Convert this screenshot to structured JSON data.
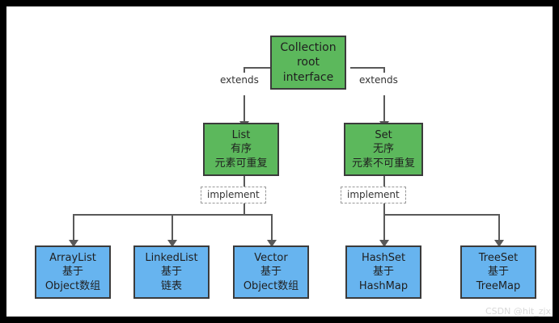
{
  "diagram": {
    "title": "Java Collection interface hierarchy",
    "colors": {
      "root_fill": "#5cb85c",
      "interface_fill": "#5cb85c",
      "impl_fill": "#67b4ef",
      "border": "#3b3b3b",
      "connector": "#595959",
      "canvas": "#ffffff",
      "page_background": "#000000",
      "watermark": "#d8d8d8"
    },
    "nodes": {
      "collection": {
        "line1": "Collection",
        "line2": "root",
        "line3": "interface"
      },
      "list": {
        "line1": "List",
        "line2": "有序",
        "line3": "元素可重复"
      },
      "set": {
        "line1": "Set",
        "line2": "无序",
        "line3": "元素不可重复"
      },
      "arraylist": {
        "line1": "ArrayList",
        "line2": "基于",
        "line3": "Object数组"
      },
      "linkedlist": {
        "line1": "LinkedList",
        "line2": "基于",
        "line3": "链表"
      },
      "vector": {
        "line1": "Vector",
        "line2": "基于",
        "line3": "Object数组"
      },
      "hashset": {
        "line1": "HashSet",
        "line2": "基于",
        "line3": "HashMap"
      },
      "treeset": {
        "line1": "TreeSet",
        "line2": "基于",
        "line3": "TreeMap"
      }
    },
    "edge_labels": {
      "extends_left": "extends",
      "extends_right": "extends",
      "implement_left": "implement",
      "implement_right": "implement"
    },
    "watermark": "CSDN @hit_zjx"
  }
}
